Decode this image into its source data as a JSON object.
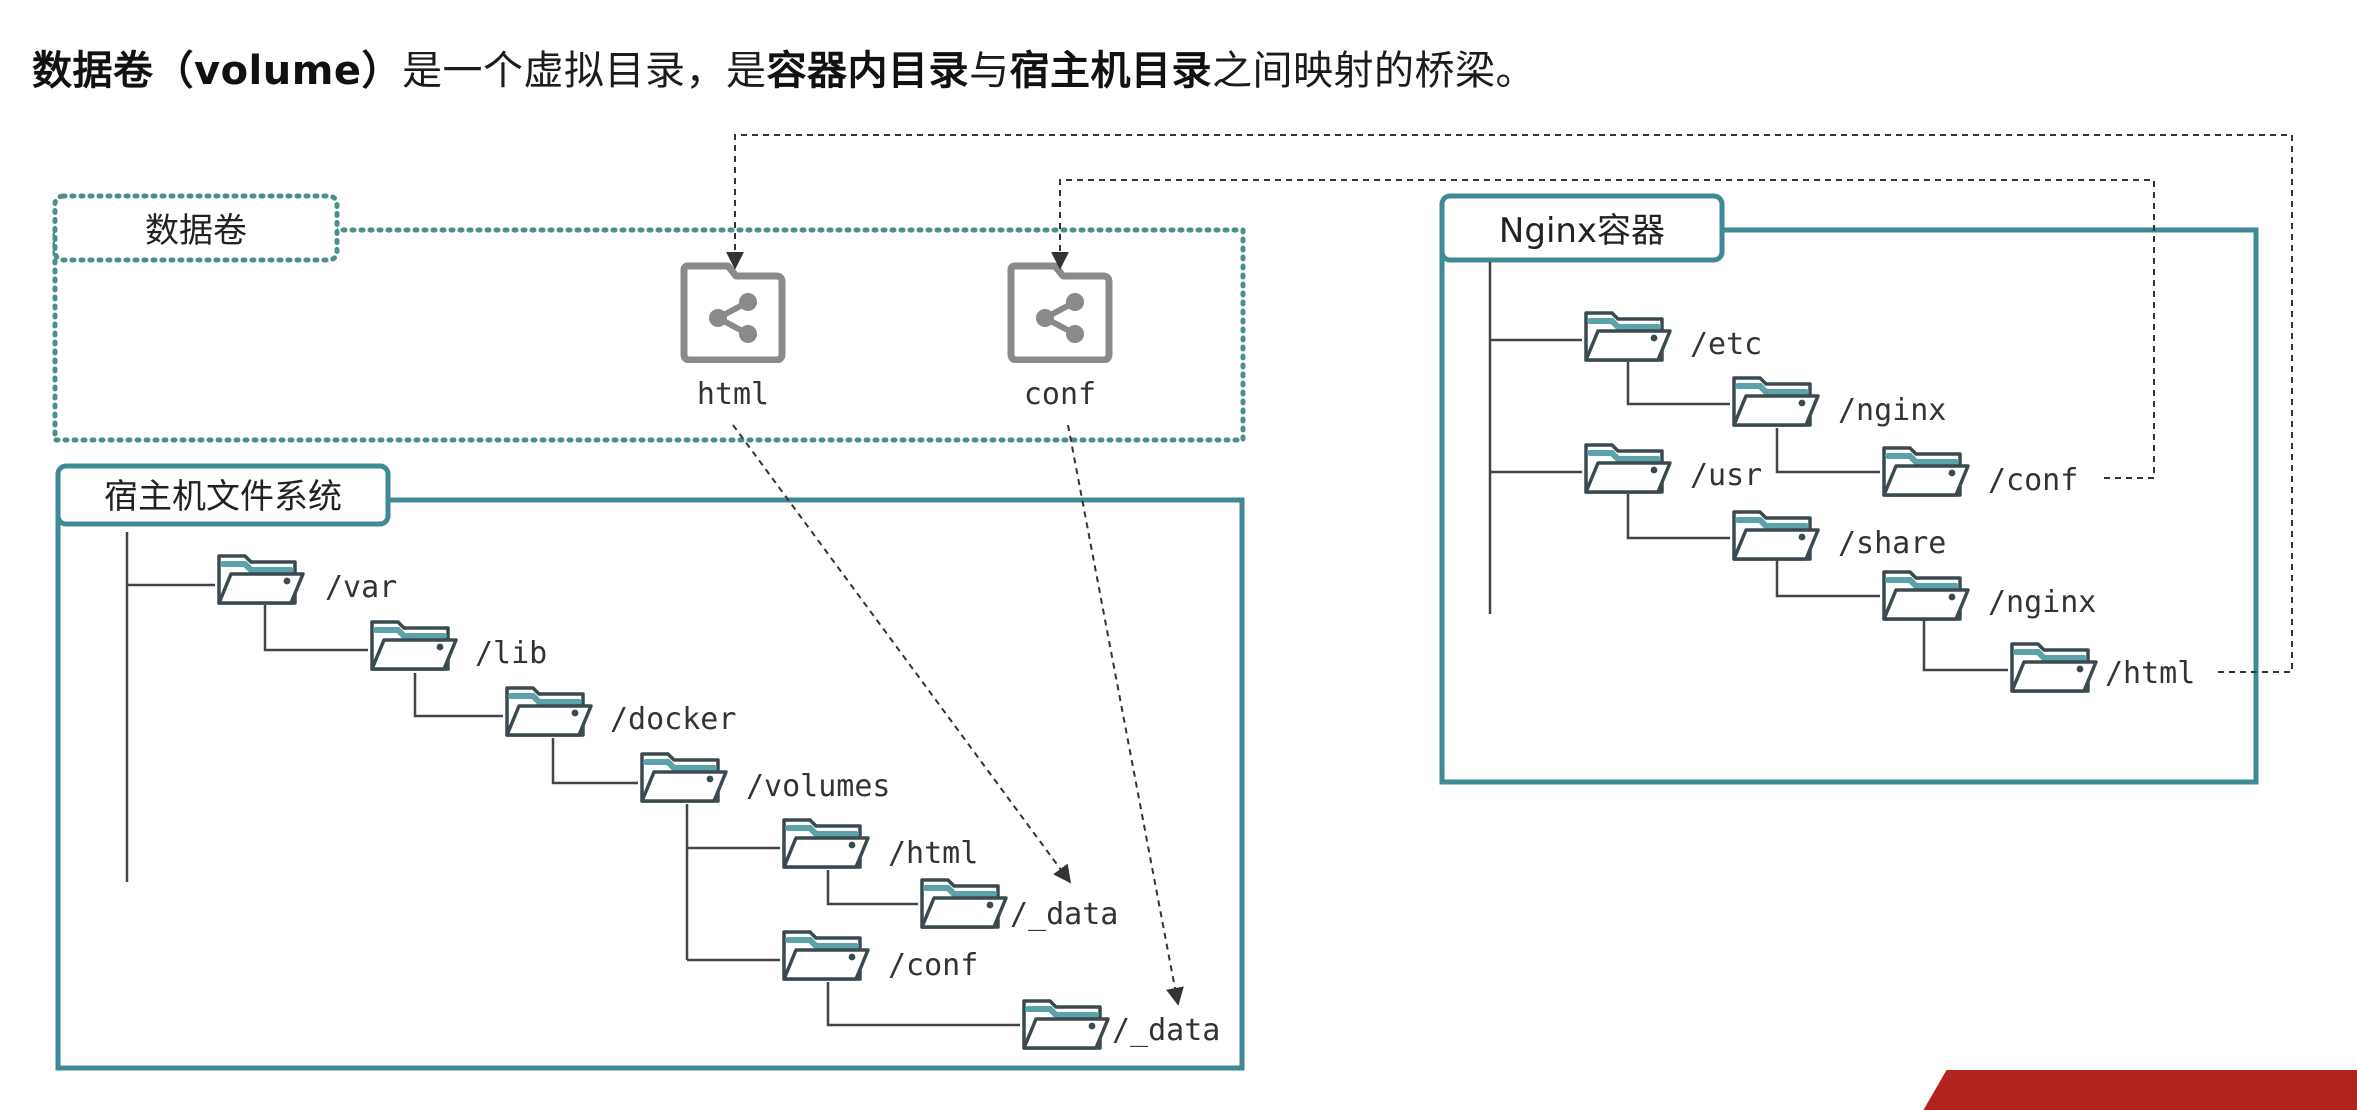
{
  "headline": {
    "part1": "数据卷（volume）",
    "part2": "是一个虚拟目录，是",
    "part3": "容器内目录",
    "part4": "与",
    "part5": "宿主机目录",
    "part6": "之间映射的桥梁。"
  },
  "volume_box": {
    "title": "数据卷",
    "items": [
      {
        "label": "html",
        "icon": "share-folder-icon"
      },
      {
        "label": "conf",
        "icon": "share-folder-icon"
      }
    ]
  },
  "host_box": {
    "title": "宿主机文件系统",
    "folders": [
      "/var",
      "/lib",
      "/docker",
      "/volumes",
      "/html",
      "/_data",
      "/conf",
      "/_data"
    ]
  },
  "container_box": {
    "title": "Nginx容器",
    "folders": [
      "/etc",
      "/nginx",
      "/usr",
      "/conf",
      "/share",
      "/nginx",
      "/html"
    ]
  },
  "colors": {
    "teal": "#3f8a94",
    "teal_dotted": "#4a8f8a",
    "folder_stroke": "#3a4a4f",
    "folder_tab": "#5aa3aa",
    "icon_grey": "#8a8a8a",
    "line": "#444444"
  }
}
